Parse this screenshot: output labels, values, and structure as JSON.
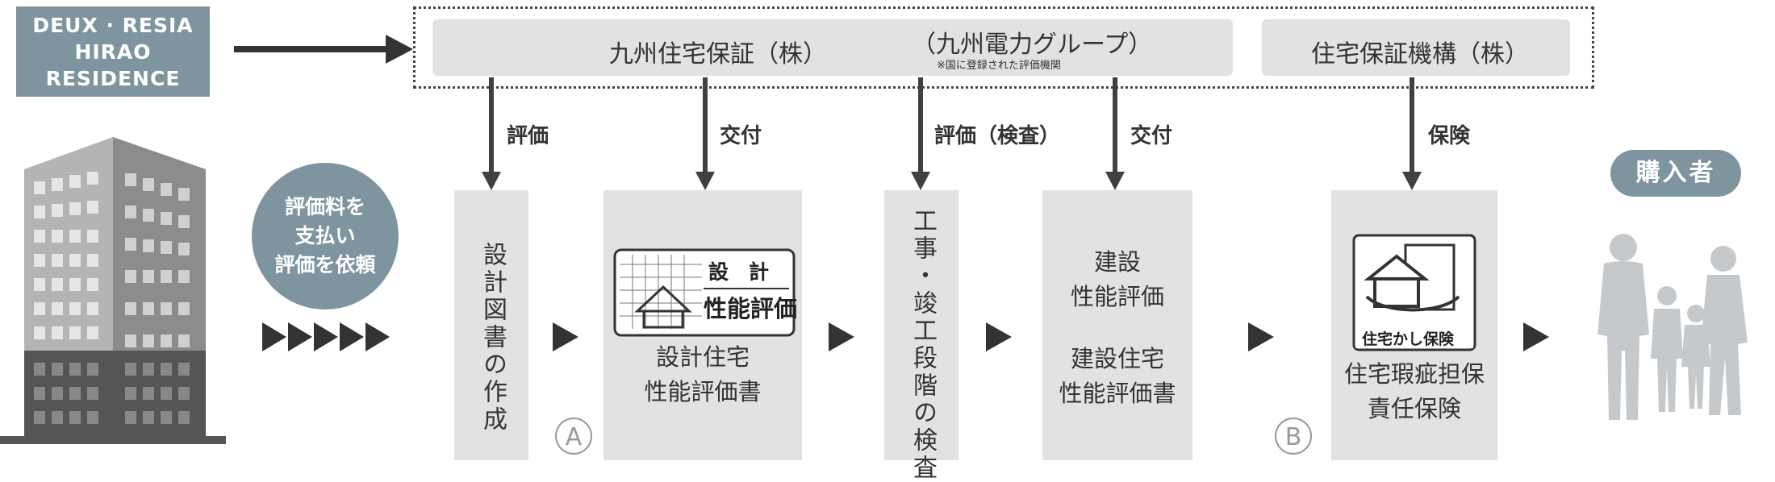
{
  "property": {
    "line1": "DEUX · RESIA",
    "line2": "HIRAO",
    "line3": "RESIDENCE"
  },
  "org1": {
    "name": "九州住宅保証（株）",
    "group": "（九州電力グループ）",
    "note": "※国に登録された評価機関"
  },
  "org2": {
    "name": "住宅保証機構（株）"
  },
  "arrow_labels": {
    "evaluation": "評価",
    "issue1": "交付",
    "evaluation_inspection": "評価（検査）",
    "issue2": "交付",
    "insurance": "保険"
  },
  "payment": {
    "line1": "評価料を",
    "line2": "支払い",
    "line3": "評価を依頼"
  },
  "steps": {
    "design_docs": "設計図書の作成",
    "design_cert": {
      "line1": "設計住宅",
      "line2": "性能評価書"
    },
    "design_badge": {
      "top": "設　計",
      "bottom": "性能評価"
    },
    "inspection": "工事・竣工段階の検査",
    "construction": {
      "line1": "建設",
      "line2": "性能評価",
      "line3": "建設住宅",
      "line4": "性能評価書"
    },
    "warranty": {
      "line1": "住宅瑕疵担保",
      "line2": "責任保険"
    },
    "warranty_badge": "住宅かし保険"
  },
  "markers": {
    "a": "A",
    "b": "B"
  },
  "buyer": "購入者",
  "colors": {
    "slate": "#7e95a0",
    "panel": "#e1e3e0",
    "arrow": "#404040"
  },
  "icons": [
    "building-icon",
    "people-icon",
    "design-badge-icon",
    "warranty-house-icon"
  ]
}
